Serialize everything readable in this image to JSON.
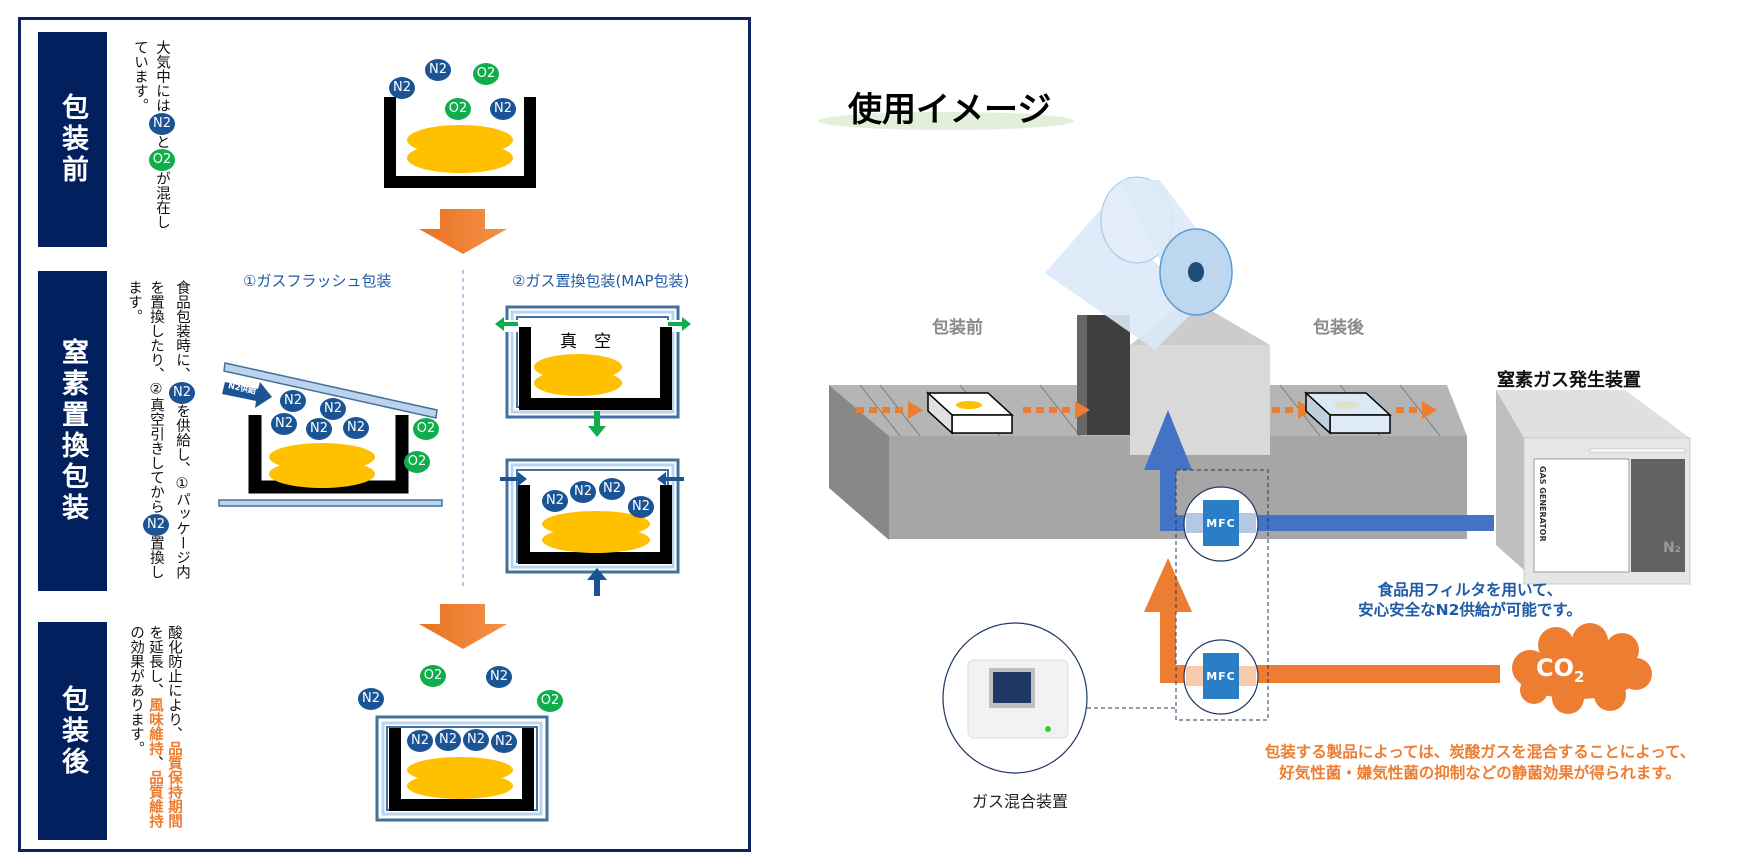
{
  "left_panel": {
    "stages": [
      {
        "label": "包装前",
        "text_parts": [
          "大気中には",
          "N2",
          "と",
          "O2",
          "が混在しています。"
        ]
      },
      {
        "label": "窒素置換包装",
        "text_parts": [
          "食品包装時に、",
          "N2",
          "を供給し、①パッケージ内を置換したり、②真空引きしてから",
          "N2",
          "置換します。"
        ]
      },
      {
        "label": "包装後",
        "text_parts": [
          "酸化防止により、",
          "品質保持期間",
          "を延長し、",
          "風味維持",
          "、",
          "品質維持",
          "の効果があります。"
        ]
      }
    ],
    "methods": {
      "gas_flush": "①ガスフラッシュ包装",
      "map": "②ガス置換包装(MAP包装)",
      "vacuum_label": "真　空",
      "n2_supply_label": "N2供給"
    },
    "molecules": {
      "n2": "N2",
      "o2": "O2"
    }
  },
  "right_panel": {
    "title": "使用イメージ",
    "before_label": "包装前",
    "after_label": "包装後",
    "generator_label": "窒素ガス発生装置",
    "generator_panel_text": "GAS GENERATOR",
    "generator_badge": "N₂",
    "mfc_label": "MFC",
    "co2_label": "CO",
    "co2_sub": "2",
    "mixer_caption": "ガス混合装置",
    "n2_note": [
      "食品用フィルタを用いて、",
      "安心安全なN2供給が可能です。"
    ],
    "co2_note": [
      "包装する製品によっては、炭酸ガスを混合することによって、",
      "好気性菌・嫌気性菌の抑制などの静菌効果が得られます。"
    ]
  },
  "colors": {
    "navy": "#03205e",
    "n2_blue": "#1b5494",
    "o2_green": "#10ad4b",
    "orange": "#ed7d31",
    "pipe_blue": "#4472c4",
    "food_yellow": "#ffc000"
  }
}
